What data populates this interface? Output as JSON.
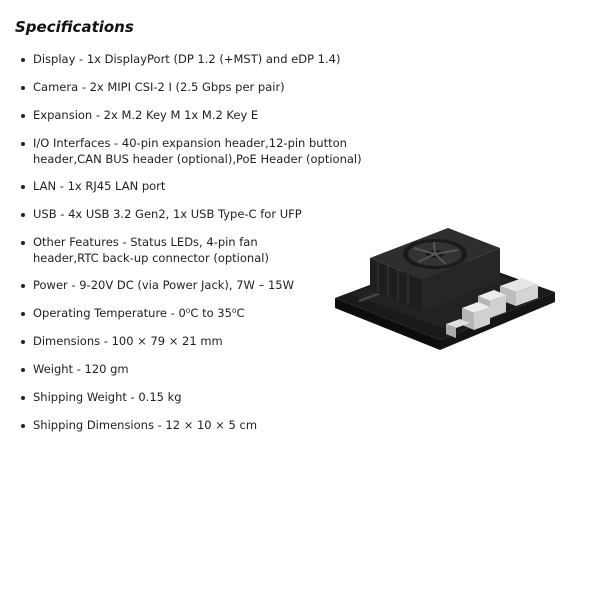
{
  "heading": "Specifications",
  "specs": [
    {
      "text": "Display - 1x DisplayPort (DP 1.2 (+MST) and eDP 1.4)"
    },
    {
      "text": "Camera - 2x MIPI CSI-2 I (2.5 Gbps per pair)"
    },
    {
      "text": "Expansion - 2x M.2 Key M 1x M.2 Key E"
    },
    {
      "line1": "I/O Interfaces - 40-pin expansion header,12-pin button",
      "line2": "header,CAN BUS header (optional),PoE Header (optional)"
    },
    {
      "text": "LAN - 1x RJ45 LAN port"
    },
    {
      "text": "USB - 4x USB 3.2 Gen2, 1x USB Type-C for UFP"
    },
    {
      "line1": "Other Features - Status LEDs, 4-pin fan",
      "line2": "header,RTC back-up connector (optional)"
    },
    {
      "text": "Power - 9-20V DC (via Power Jack), 7W – 15W"
    },
    {
      "text": "Operating Temperature - 0⁰C to 35⁰C"
    },
    {
      "text": "Dimensions -  100 × 79 × 21 mm"
    },
    {
      "text": "Weight  - 120 gm"
    },
    {
      "text": "Shipping Weight - 0.15 kg"
    },
    {
      "text": "Shipping Dimensions - 12 × 10 × 5 cm"
    }
  ],
  "colors": {
    "text": "#1f1f1f",
    "heatsink": "#2a2a2a",
    "board": "#1c1c1c",
    "port_metal": "#c9c9c9"
  }
}
